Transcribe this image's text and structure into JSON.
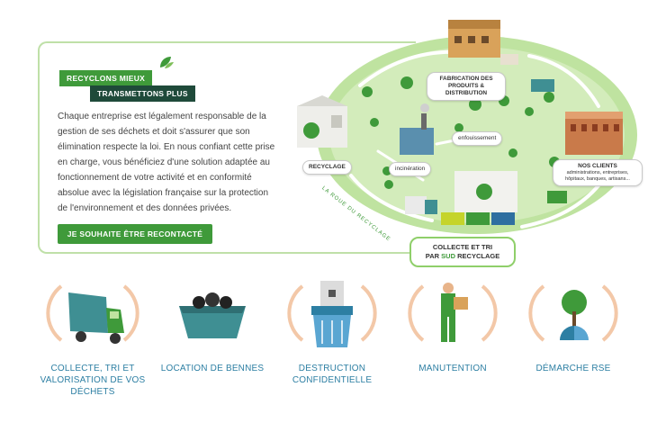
{
  "hero": {
    "badge_line1": "RECYCLONS MIEUX",
    "badge_line2": "TRANSMETTONS PLUS",
    "intro": "Chaque entreprise est légalement responsable de la gestion de ses déchets et doit s'assurer que son élimination respecte la loi. En nous confiant cette prise en charge, vous bénéficiez d'une solution adaptée au fonctionnement de votre activité et en conformité absolue avec la législation française sur la protection de l'environnement et des données privées.",
    "cta_label": "JE SOUHAITE ÊTRE RECONTACTÉ"
  },
  "diagram": {
    "fabrication": "FABRICATION DES PRODUITS & DISTRIBUTION",
    "clients_title": "NOS CLIENTS",
    "clients_sub": "administrations, entreprises, hôpitaux, banques, artisans...",
    "recyclage": "RECYCLAGE",
    "incineration": "incinération",
    "enfouissement": "enfouissement",
    "ring_text": "LA ROUE DU RECYCLAGE",
    "collecte_line1": "COLLECTE ET TRI",
    "collecte_prefix": "PAR",
    "collecte_brand": "SUD",
    "collecte_suffix": "RECYCLAGE"
  },
  "services": [
    {
      "label": "COLLECTE, TRI ET VALORISATION DE VOS DÉCHETS",
      "icon": "truck-icon"
    },
    {
      "label": "LOCATION DE BENNES",
      "icon": "dumpster-icon"
    },
    {
      "label": "DESTRUCTION CONFIDENTIELLE",
      "icon": "shredder-icon"
    },
    {
      "label": "MANUTENTION",
      "icon": "mover-icon"
    },
    {
      "label": "DÉMARCHE RSE",
      "icon": "tree-icon"
    }
  ],
  "colors": {
    "brand_green": "#3f9a3a",
    "dark_green": "#1f4a3a",
    "label_blue": "#2d7fa3",
    "bin_teal": "#3f8f93",
    "orange_accent": "#f3c8a8"
  }
}
